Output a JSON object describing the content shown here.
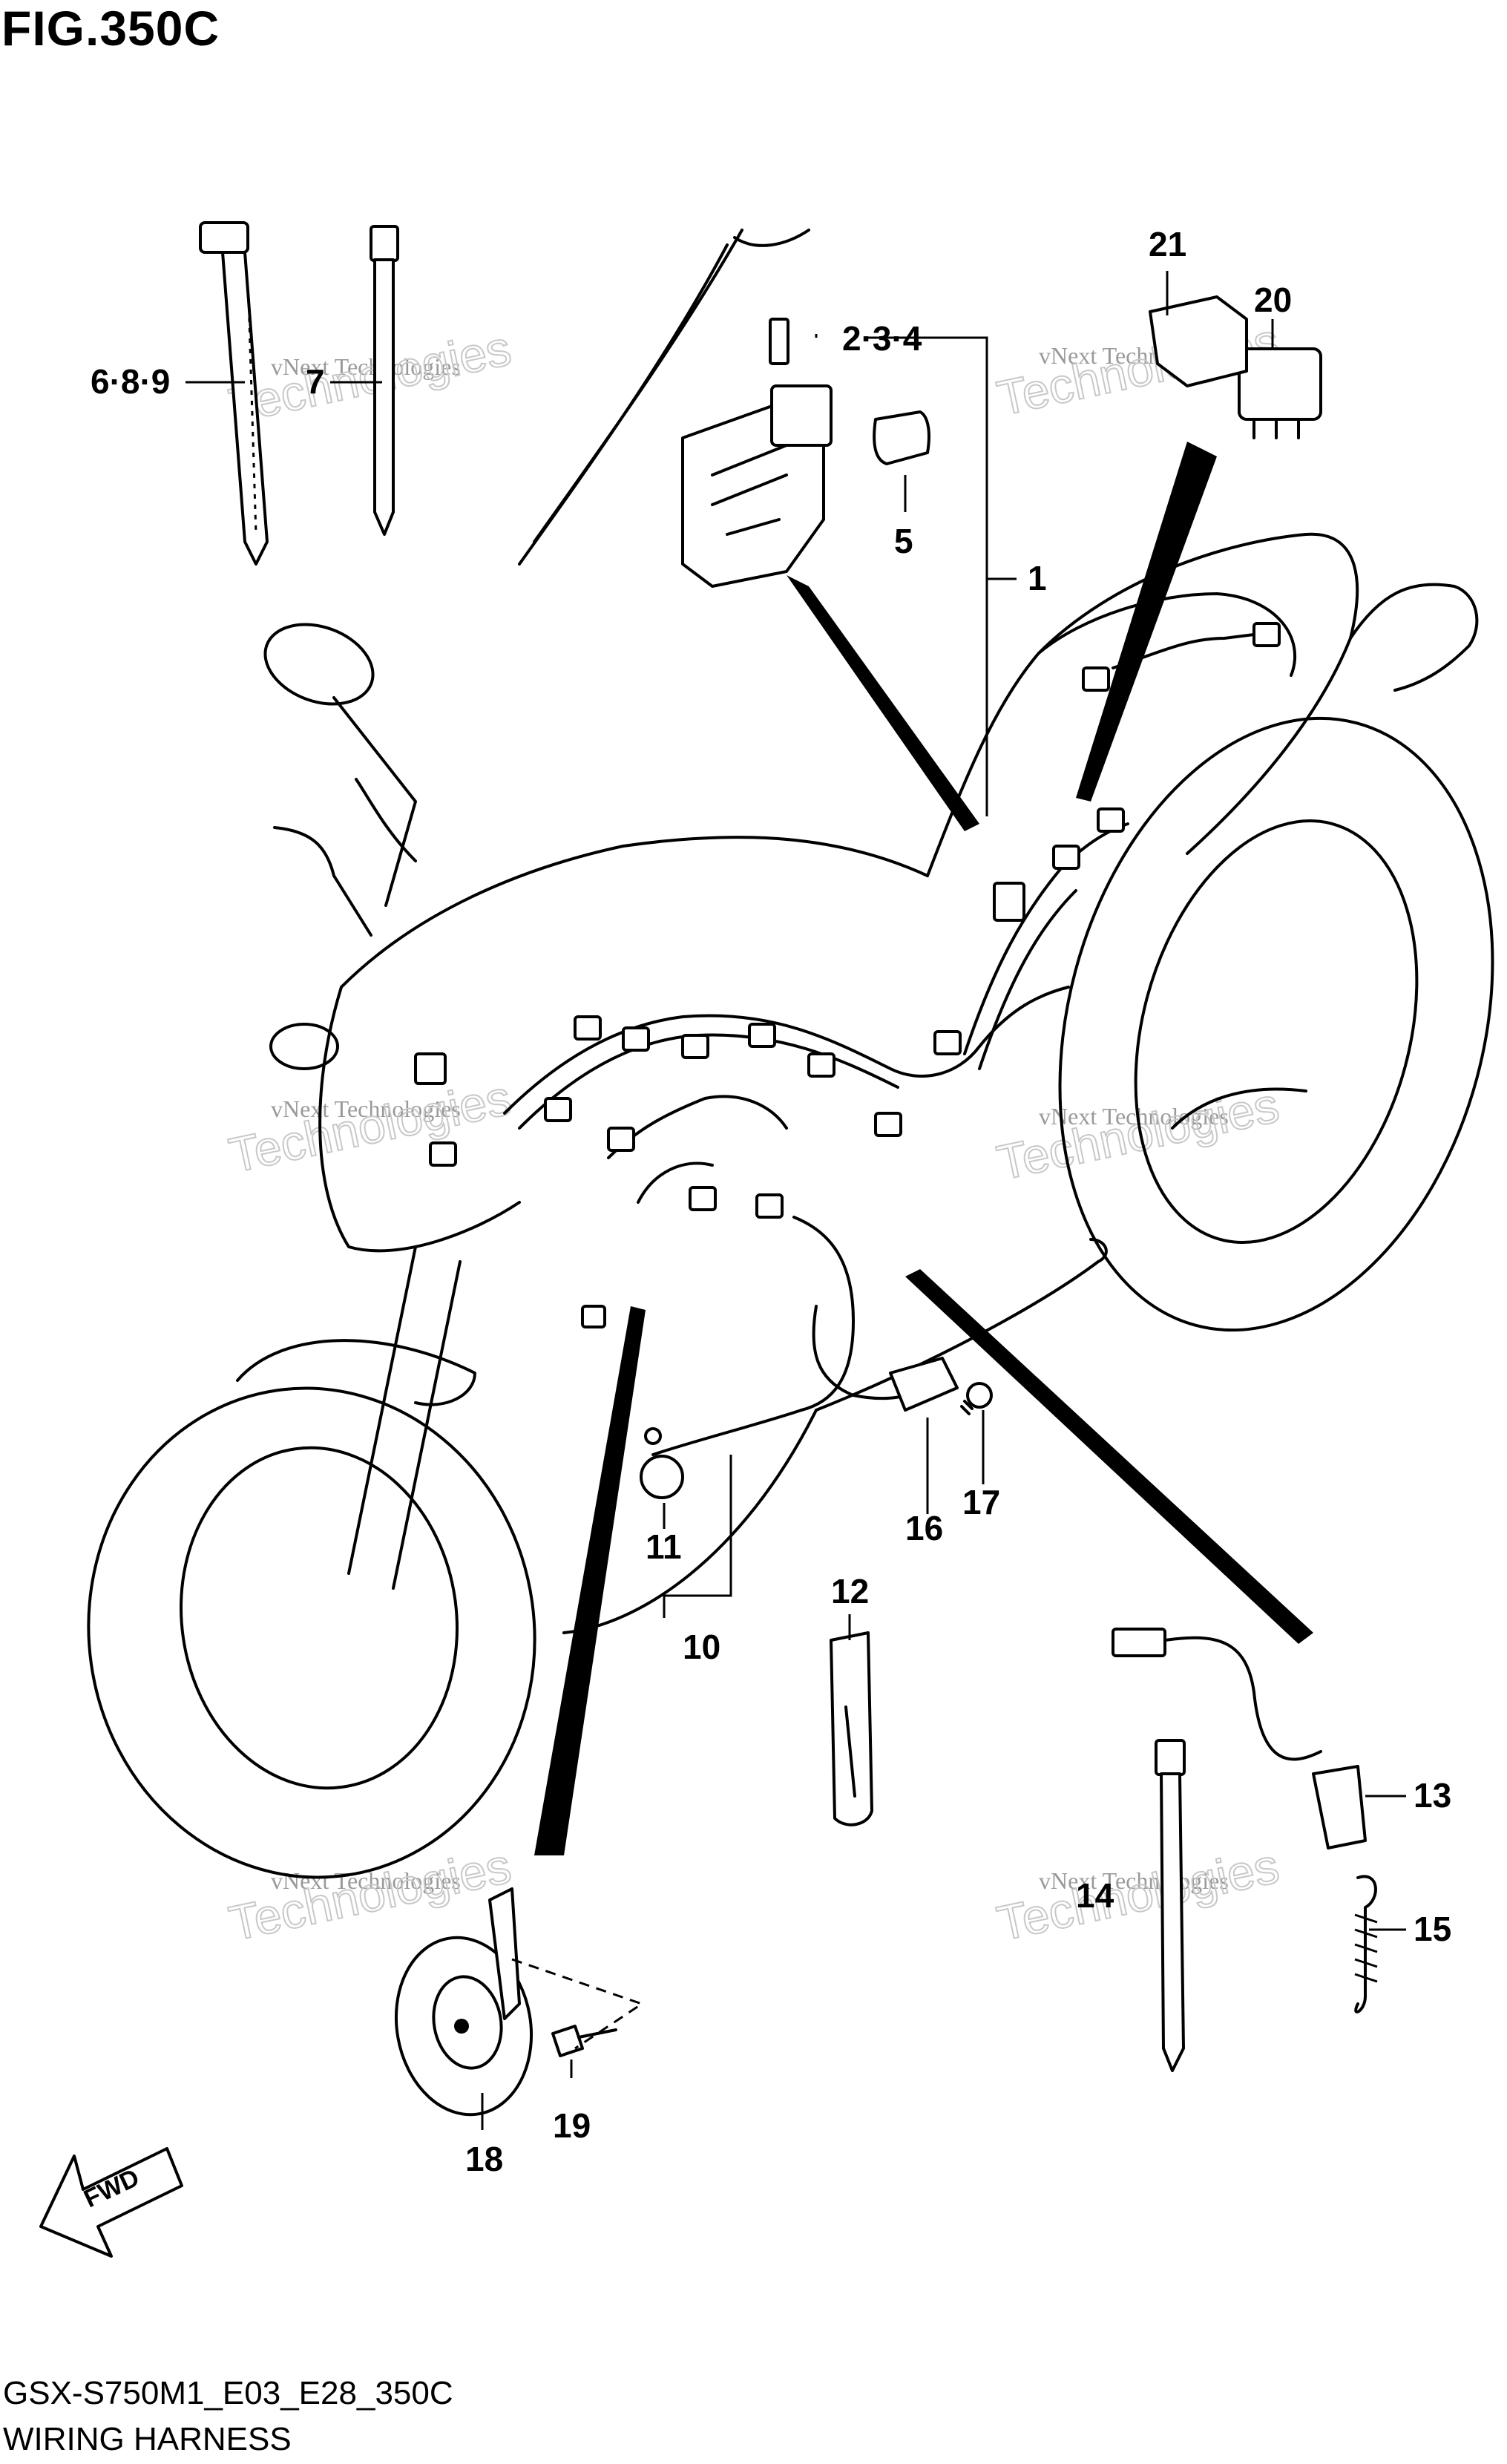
{
  "figure": {
    "title": "FIG.350C",
    "model_code": "GSX-S750M1_E03_E28_350C",
    "section_name": "WIRING HARNESS"
  },
  "watermark": {
    "line1": "vNext Technologies",
    "line2": "Technologies"
  },
  "fwd_label": "FWD",
  "callouts": {
    "c1": "1",
    "c2_3_4": "2·3·4",
    "c5": "5",
    "c6_8_9": "6·8·9",
    "c7": "7",
    "c10": "10",
    "c11": "11",
    "c12": "12",
    "c13": "13",
    "c14": "14",
    "c15": "15",
    "c16": "16",
    "c17": "17",
    "c18": "18",
    "c19": "19",
    "c20": "20",
    "c21": "21"
  }
}
